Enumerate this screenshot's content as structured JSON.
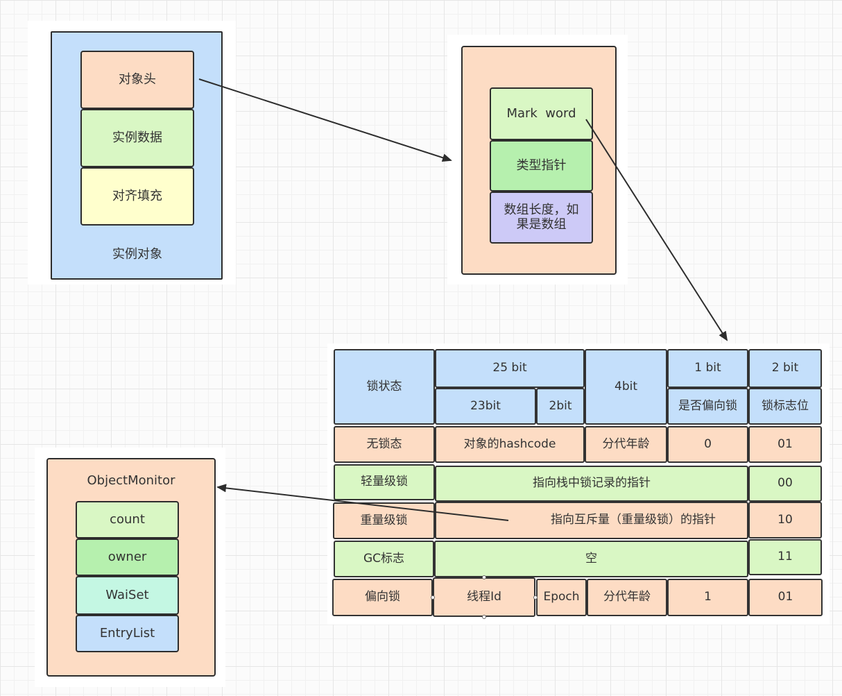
{
  "instance": {
    "container_label": "实例对象",
    "header": "对象头",
    "data": "实例数据",
    "padding": "对齐填充"
  },
  "header_detail": {
    "mark_word": "Mark  word",
    "type_pointer": "类型指针",
    "array_length": "数组长度，如果是数组"
  },
  "monitor": {
    "title": "ObjectMonitor",
    "fields": [
      "count",
      "owner",
      "WaiSet",
      "EntryList"
    ]
  },
  "markword_table": {
    "header": {
      "lock_state": "锁状态",
      "bits25": "25 bit",
      "bits23": "23bit",
      "bits2a": "2bit",
      "bits4": "4bit",
      "bits1": "1 bit",
      "biased_flag": "是否偏向锁",
      "bits2": "2 bit",
      "lock_flag": "锁标志位"
    },
    "rows": {
      "unlocked": {
        "state": "无锁态",
        "hash": "对象的hashcode",
        "age": "分代年龄",
        "biased": "0",
        "flag": "01"
      },
      "lightweight": {
        "state": "轻量级锁",
        "content": "指向栈中锁记录的指针",
        "flag": "00"
      },
      "heavyweight": {
        "state": "重量级锁",
        "content": "指向互斥量（重量级锁）的指针",
        "flag": "10"
      },
      "gc": {
        "state": "GC标志",
        "content": "空",
        "flag": "11"
      },
      "biased": {
        "state": "偏向锁",
        "thread": "线程Id",
        "epoch": "Epoch",
        "age": "分代年龄",
        "biased": "1",
        "flag": "01"
      }
    }
  },
  "colors": {
    "peach": "#fddcc4",
    "light_green": "#d9f7c4",
    "green": "#b6f0ae",
    "yellow": "#ffffcd",
    "blue": "#c4dffb",
    "lavender": "#cdcaf7",
    "mint": "#c4f7e3",
    "stroke": "#2d2d2d"
  }
}
